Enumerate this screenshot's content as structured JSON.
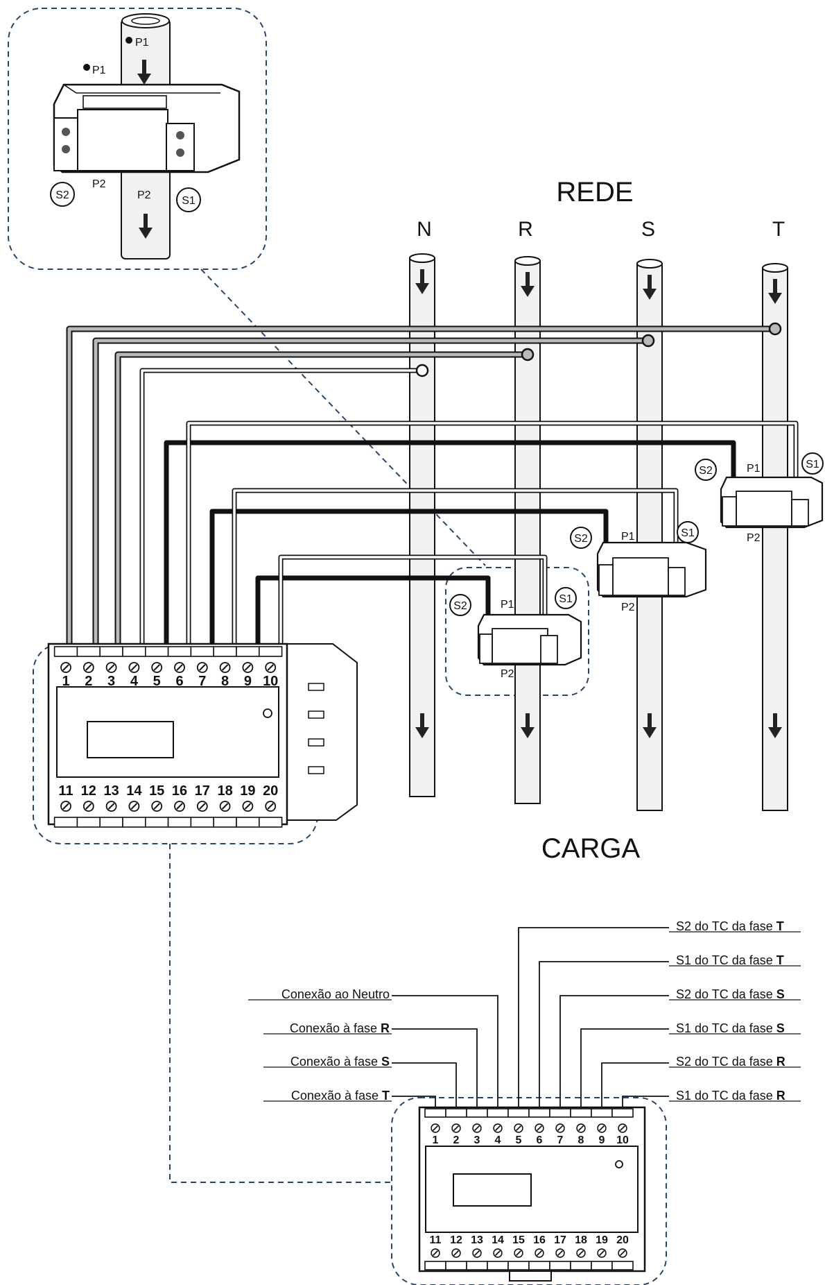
{
  "rede_label": "REDE",
  "carga_label": "CARGA",
  "phases": [
    "N",
    "R",
    "S",
    "T"
  ],
  "ct_labels": {
    "p1": "P1",
    "p2": "P2",
    "s1": "S1",
    "s2": "S2"
  },
  "terminals_top": [
    "1",
    "2",
    "3",
    "4",
    "5",
    "6",
    "7",
    "8",
    "9",
    "10"
  ],
  "terminals_bottom": [
    "11",
    "12",
    "13",
    "14",
    "15",
    "16",
    "17",
    "18",
    "19",
    "20"
  ],
  "connection_left": [
    {
      "text": "Conexão ao Neutro",
      "bold": ""
    },
    {
      "text": "Conexão à fase ",
      "bold": "R"
    },
    {
      "text": "Conexão à fase ",
      "bold": "S"
    },
    {
      "text": "Conexão à fase ",
      "bold": "T"
    }
  ],
  "connection_right": [
    {
      "text": "S2 do TC da fase ",
      "bold": "T"
    },
    {
      "text": "S1 do TC da fase ",
      "bold": "T"
    },
    {
      "text": "S2 do TC da fase ",
      "bold": "S"
    },
    {
      "text": "S1 do TC da fase ",
      "bold": "S"
    },
    {
      "text": "S2 do TC da fase ",
      "bold": "R"
    },
    {
      "text": "S1 do TC da fase ",
      "bold": "R"
    }
  ],
  "colors": {
    "stroke": "#111111",
    "grey_wire": "#b9b9b9",
    "dash": "#24466e",
    "conductor": "#f1f1f1"
  }
}
